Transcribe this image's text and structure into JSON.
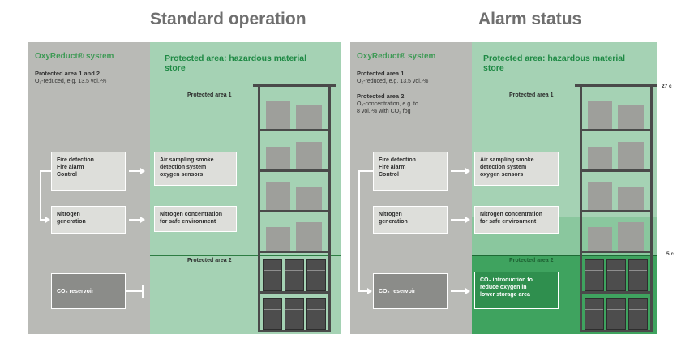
{
  "standard": {
    "heading": "Standard operation",
    "system_title": "OxyReduct® system",
    "area_title": "Protected area: hazardous material store",
    "pa12_title": "Protected area 1 and 2",
    "pa12_desc": "O₂-reduced, e.g. 13.5 vol.-%",
    "fire_box": [
      "Fire detection",
      "Fire alarm",
      "Control"
    ],
    "nitrogen_box": [
      "Nitrogen",
      "generation"
    ],
    "co2_box": "CO₂ reservoir",
    "air_box": [
      "Air sampling smoke",
      "detection system",
      "oxygen sensors"
    ],
    "nconc_box": [
      "Nitrogen concentration",
      "for safe environment"
    ],
    "pa1_label": "Protected area 1",
    "pa2_label": "Protected area 2"
  },
  "alarm": {
    "heading": "Alarm status",
    "system_title": "OxyReduct® system",
    "area_title": "Protected area: hazardous material store",
    "pa1_title": "Protected area 1",
    "pa1_desc": "O₂-reduced, e.g. 13.5 vol.-%",
    "pa2_title": "Protected area 2",
    "pa2_desc": [
      "O₂-concentration, e.g. to",
      "8 vol.-% with CO₂ fog"
    ],
    "fire_box": [
      "Fire detection",
      "Fire alarm",
      "Control"
    ],
    "nitrogen_box": [
      "Nitrogen",
      "generation"
    ],
    "co2_box": "CO₂ reservoir",
    "air_box": [
      "Air sampling smoke",
      "detection system",
      "oxygen sensors"
    ],
    "nconc_box": [
      "Nitrogen concentration",
      "for safe environment"
    ],
    "co2_intro_box": [
      "CO₂ introduction to",
      "reduce oxygen in",
      "lower storage area"
    ],
    "pa1_label": "Protected area 1",
    "pa2_label": "Protected area 2",
    "edge_top": "27 c",
    "edge_bottom": "5 c"
  }
}
